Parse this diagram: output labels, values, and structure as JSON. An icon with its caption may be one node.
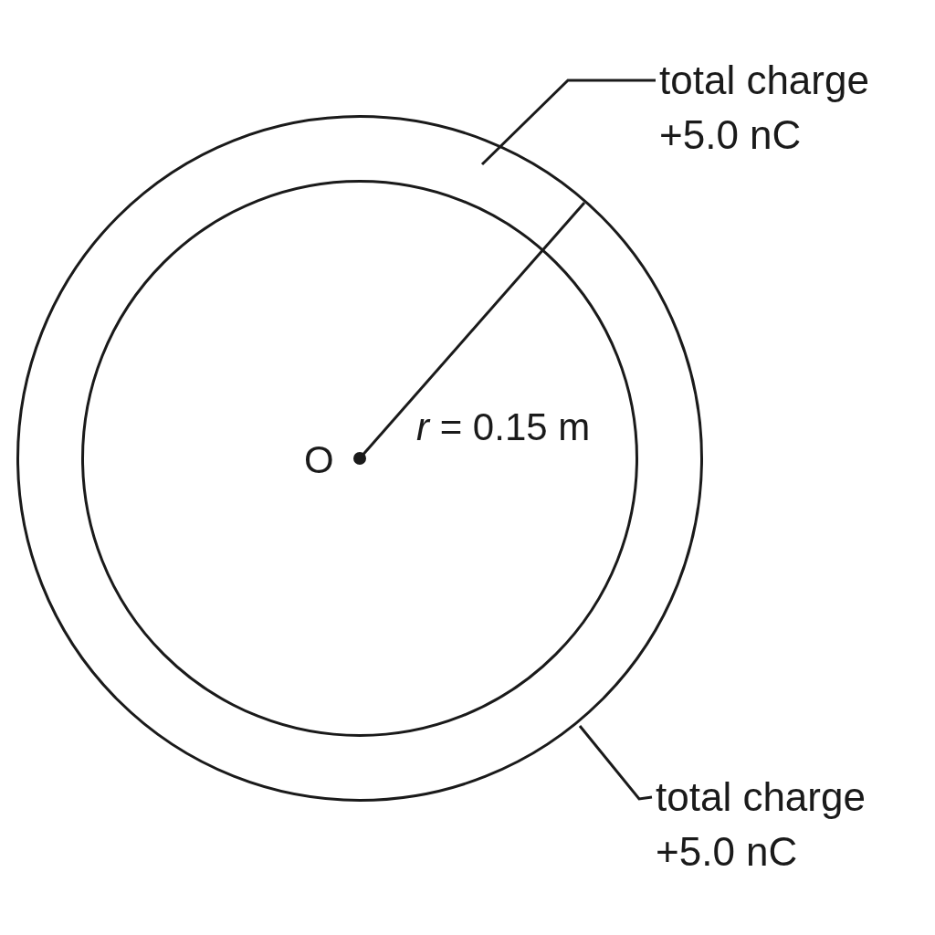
{
  "diagram": {
    "nodes": [
      {
        "text": [],
        "shape": "circle"
      },
      {
        "text": [],
        "shape": "circle",
        "in": 0
      },
      {
        "text": [
          "total charge +5.0 nC"
        ]
      },
      {
        "text": [
          "total charge +5.0 nC"
        ]
      }
    ],
    "edges": [
      {
        "from": 2,
        "to": 0,
        "arrow": "none"
      },
      {
        "from": 3,
        "to": 0,
        "arrow": "none"
      }
    ],
    "labels": [
      "O",
      "*r* = 0.15 m"
    ]
  }
}
